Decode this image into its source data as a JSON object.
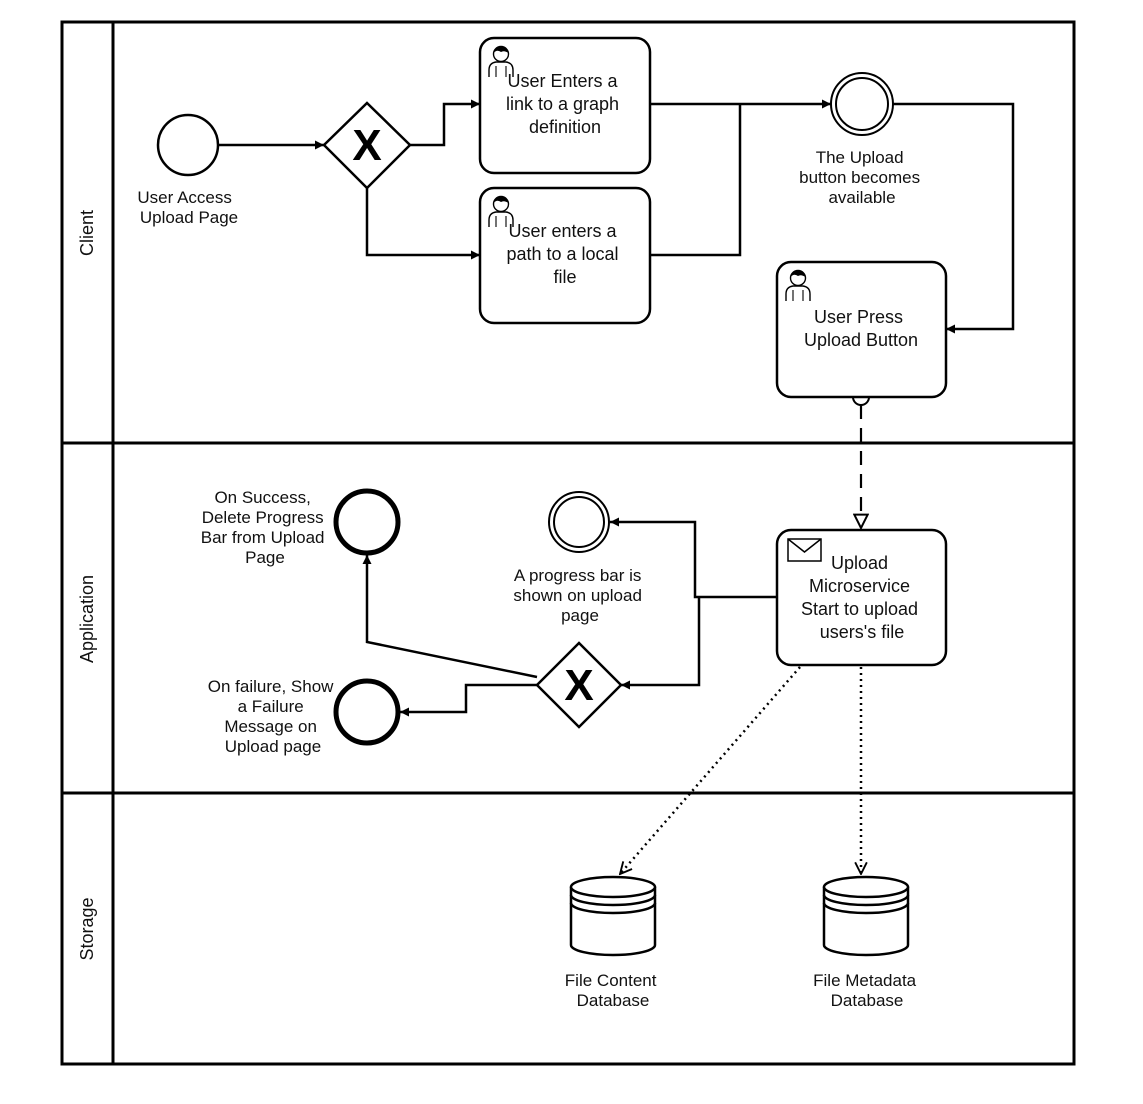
{
  "pool": {
    "lanes": [
      {
        "id": "client",
        "label": "Client"
      },
      {
        "id": "application",
        "label": "Application"
      },
      {
        "id": "storage",
        "label": "Storage"
      }
    ]
  },
  "client": {
    "start_event": {
      "lines": [
        "User Access",
        "Upload Page"
      ]
    },
    "gateway": {
      "symbol": "X"
    },
    "task_link": {
      "lines": [
        "User Enters a",
        "link to a graph",
        "definition"
      ]
    },
    "task_path": {
      "lines": [
        "User enters a",
        "path to a local",
        "file"
      ]
    },
    "upload_available_event": {
      "lines": [
        "The Upload",
        "button becomes",
        "available"
      ]
    },
    "task_press_upload": {
      "lines": [
        "User Press",
        "Upload Button"
      ]
    }
  },
  "application": {
    "task_microservice": {
      "lines": [
        "Upload",
        "Microservice",
        "Start to upload",
        "users's file"
      ]
    },
    "progress_event": {
      "lines": [
        "A progress bar is",
        "shown on upload",
        "page"
      ]
    },
    "gateway": {
      "symbol": "X"
    },
    "success_end": {
      "lines": [
        "On Success,",
        "Delete Progress",
        "Bar from Upload",
        "Page"
      ]
    },
    "failure_end": {
      "lines": [
        "On failure, Show",
        "a Failure",
        "Message on",
        "Upload page"
      ]
    }
  },
  "storage": {
    "content_db": {
      "lines": [
        "File Content",
        "Database"
      ]
    },
    "metadata_db": {
      "lines": [
        "File Metadata",
        "Database"
      ]
    }
  },
  "icons": {
    "user_task": "user-icon",
    "message_task": "envelope-icon",
    "gateway": "exclusive-gateway-x",
    "database": "database-cylinder"
  }
}
